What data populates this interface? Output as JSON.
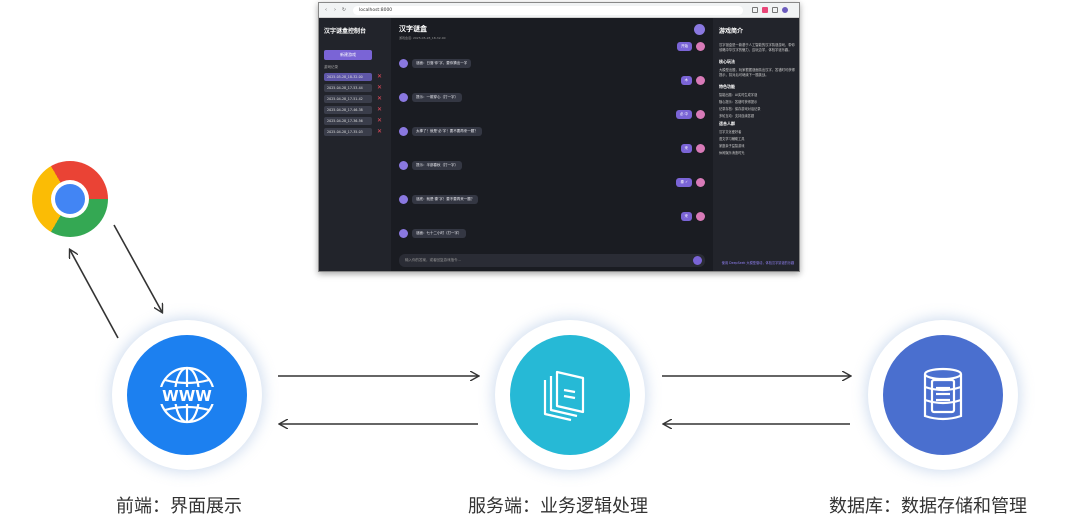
{
  "browser": {
    "url": "localhost:8000",
    "app": {
      "sidebar_title": "汉字谜盒控制台",
      "new_game": "新建游戏",
      "history_label": "游戏记录",
      "history": [
        "2025-05-28_18-32-00",
        "2025-04-28_17-53-44",
        "2025-04-28_17-51-42",
        "2025-04-28_17-46-38",
        "2025-04-28_17-36-56",
        "2025-04-28_17-35-03"
      ],
      "chat_title": "汉字谜盒",
      "chat_subtitle": "游戏会话: 2025-05-28_18-32-00",
      "messages": [
        {
          "role": "user",
          "text": "开始"
        },
        {
          "role": "bot",
          "text": "谜面：日落‘你’字，要你猜出一字"
        },
        {
          "role": "user",
          "text": "木"
        },
        {
          "role": "bot",
          "text": "提示：一箭穿心（打一字）"
        },
        {
          "role": "user",
          "text": "必 中"
        },
        {
          "role": "bot",
          "text": "太棒了！就是‘必’字！要不要再来一题？"
        },
        {
          "role": "user",
          "text": "来"
        },
        {
          "role": "bot",
          "text": "提示：半部春秋（打一字）"
        },
        {
          "role": "user",
          "text": "秦 ✓"
        },
        {
          "role": "bot",
          "text": "谜底：就是‘秦’字！要不要再来一题？"
        },
        {
          "role": "user",
          "text": "来"
        },
        {
          "role": "bot",
          "text": "谜面：七十二小时（打一字）"
        }
      ],
      "input_placeholder": "输入你的答案，或者回复游戏指令...",
      "info_title": "游戏简介",
      "info_intro": "汉字谜盒是一款基于人工智能的汉字猜谜游戏，带你领略中华汉字的魅力，边玩边学，体验字谜乐趣。",
      "core_title": "核心玩法",
      "core_text": "大模型出题，玩家根据谜面猜出汉字，答错时可获得提示，猜对后可继续下一题挑战。",
      "features_title": "特色功能",
      "features": [
        "智能出题：AI实时生成字谜",
        "随心提示：答错时获得提示",
        "记录存档：保存游戏对话记录",
        "多轮互动：支持连续答题"
      ],
      "people_title": "适合人群",
      "people": [
        "汉字文化爱好者",
        "语文学习辅助工具",
        "家庭亲子益智游戏",
        "休闲娱乐消遣时光"
      ],
      "footer_link": "使用 DeepSeek 大模型驱动，体验汉字猜谜的乐趣"
    }
  },
  "nodes": {
    "frontend": {
      "caption": "前端：界面展示",
      "icon": "www-globe-icon",
      "color": "#1c80f0"
    },
    "server": {
      "caption": "服务端：业务逻辑处理",
      "icon": "stacked-documents-icon",
      "color": "#26b9d6"
    },
    "database": {
      "caption": "数据库：数据存储和管理",
      "icon": "database-pages-icon",
      "color": "#4a6fcf"
    }
  },
  "browser_icon": "chrome-logo"
}
